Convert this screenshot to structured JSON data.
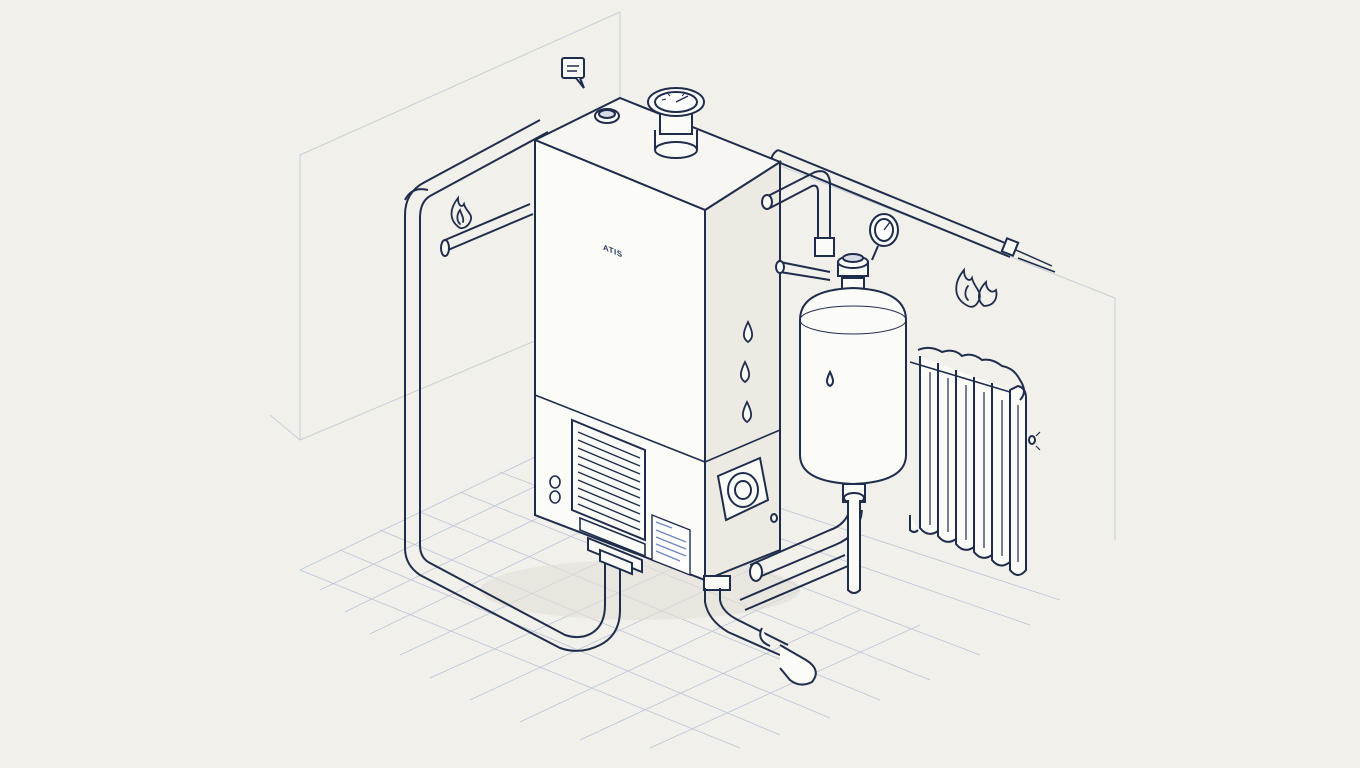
{
  "colors": {
    "background": "#f2f0ea",
    "line": "#1f2d4d",
    "faint_line": "#c9ced9",
    "grid": "#a9b6d3",
    "fill": "#fbfbf8",
    "shade": "#eceae3",
    "label_blue": "#6f87c2"
  },
  "boiler": {
    "brand_label": "ATIS"
  },
  "icons": [
    "speech-bubble-icon",
    "flame-icon",
    "pressure-gauge-icon",
    "water-drop-icon",
    "vent-grille",
    "control-dial-icon",
    "rating-plate",
    "radiator"
  ]
}
